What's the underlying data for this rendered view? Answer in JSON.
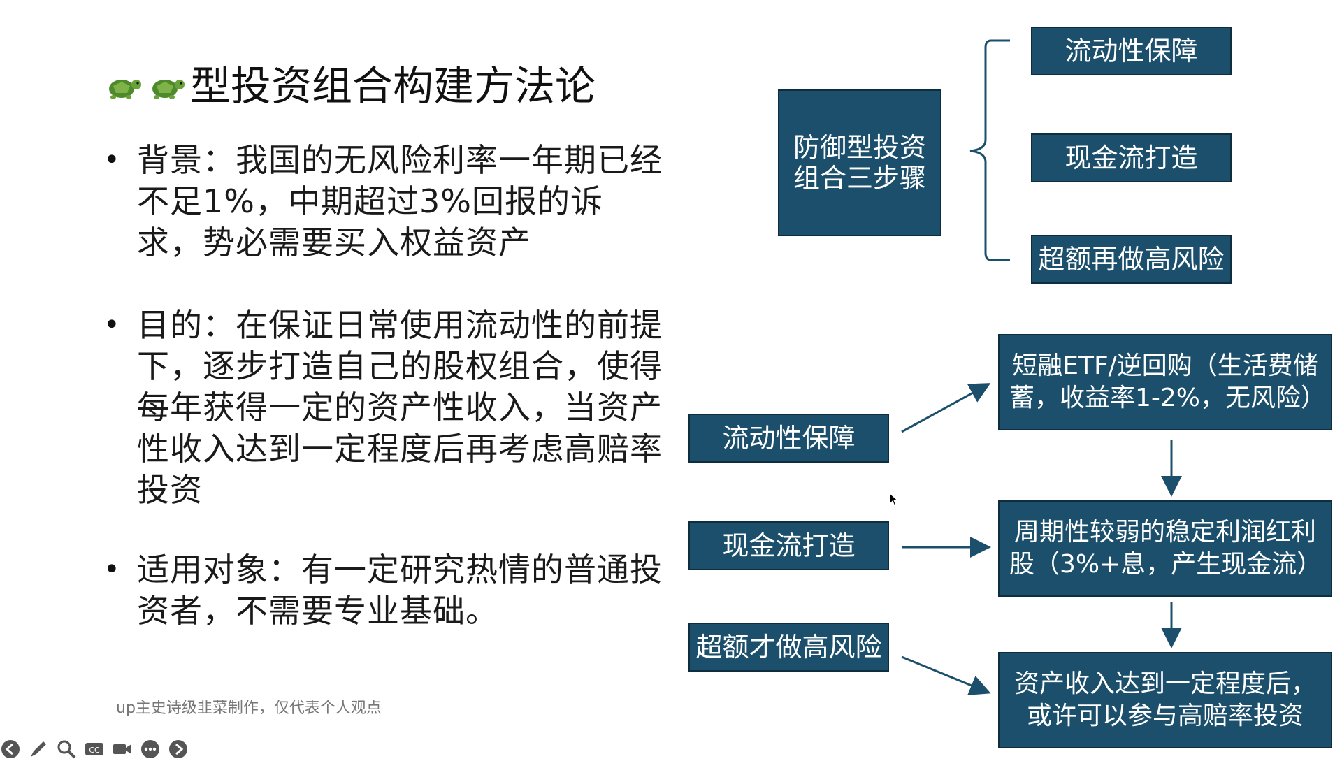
{
  "slide": {
    "title": "型投资组合构建方法论",
    "title_icons": [
      "turtle-icon",
      "turtle-icon"
    ],
    "bullets": [
      {
        "marker": "•",
        "text": "背景：我国的无风险利率一年期已经不足1%，中期超过3%回报的诉求，势必需要买入权益资产"
      },
      {
        "marker": "•",
        "text": "目的：在保证日常使用流动性的前提下，逐步打造自己的股权组合，使得每年获得一定的资产性收入，当资产性收入达到一定程度后再考虑高赔率投资"
      },
      {
        "marker": "•",
        "text": "适用对象：有一定研究热情的普通投资者，不需要专业基础。"
      }
    ],
    "credit": "up主史诗级韭菜制作，仅代表个人观点"
  },
  "diagram_top": {
    "center": "防御型投资组合三步骤",
    "steps": [
      "流动性保障",
      "现金流打造",
      "超额再做高风险"
    ]
  },
  "diagram_bottom": {
    "left": [
      "流动性保障",
      "现金流打造",
      "超额才做高风险"
    ],
    "right": [
      "短融ETF/逆回购（生活费储蓄，收益率1-2%，无风险）",
      "周期性较弱的稳定利润红利股（3%+息，产生现金流）",
      "资产收入达到一定程度后，或许可以参与高赔率投资"
    ]
  },
  "toolbar": {
    "icons": [
      "back-icon",
      "pen-icon",
      "search-icon",
      "cc-icon",
      "camera-icon",
      "more-icon",
      "forward-icon"
    ]
  },
  "colors": {
    "box_fill": "#1b4f6b",
    "box_border": "#0e2e40",
    "connector": "#1b4f6b",
    "credit_text": "#777777"
  }
}
